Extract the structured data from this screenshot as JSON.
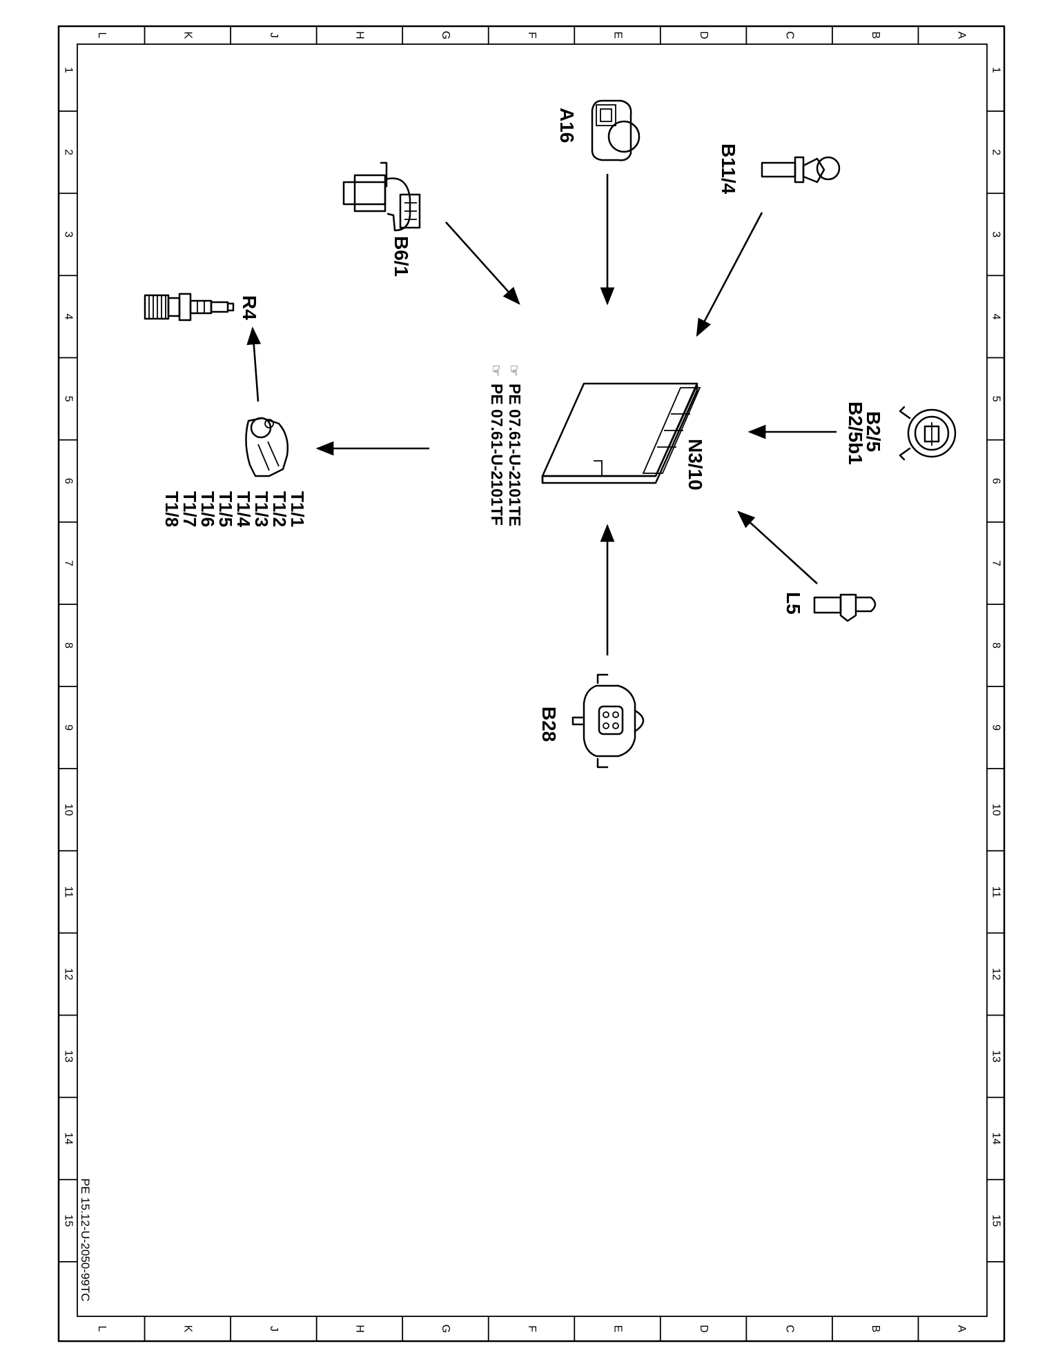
{
  "diagram": {
    "ecu_label": "N3/10",
    "ref_notes": [
      "PE 07.61-U-2101TE",
      "PE 07.61-U-2101TF"
    ],
    "components": {
      "a16": "A16",
      "b11_4": "B11/4",
      "b6_1": "B6/1",
      "b2_5": "B2/5",
      "b2_5b1": "B2/5b1",
      "l5": "L5",
      "b28": "B28",
      "r4": "R4"
    },
    "ignition_coils": [
      "T1/1",
      "T1/2",
      "T1/3",
      "T1/4",
      "T1/5",
      "T1/6",
      "T1/7",
      "T1/8"
    ]
  },
  "frame": {
    "letters": [
      "L",
      "K",
      "J",
      "H",
      "G",
      "F",
      "E",
      "D",
      "C",
      "B",
      "A"
    ],
    "numbers": [
      "1",
      "2",
      "3",
      "4",
      "5",
      "6",
      "7",
      "8",
      "9",
      "10",
      "11",
      "12",
      "13",
      "14",
      "15"
    ],
    "doc_id": "PE 15.12-U-2050-99TC"
  }
}
